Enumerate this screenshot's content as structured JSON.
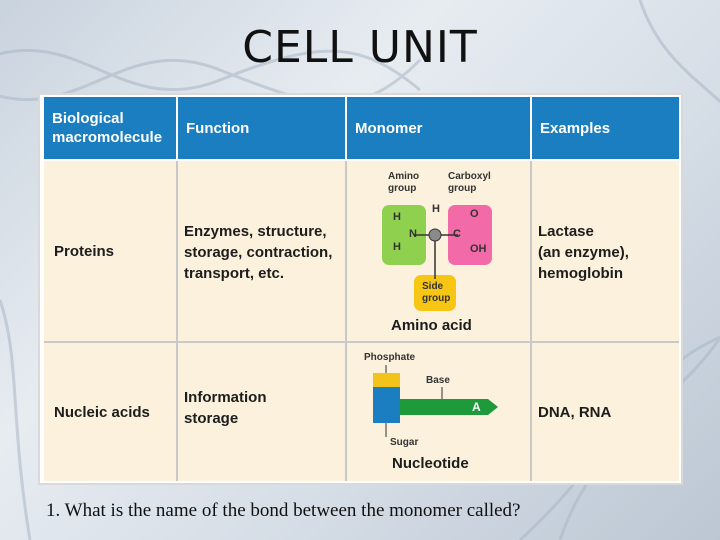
{
  "title": "CELL UNIT",
  "table": {
    "headers": [
      "Biological macromolecule",
      "Function",
      "Monomer",
      "Examples"
    ],
    "header_lines": [
      [
        "Biological",
        "macromolecule"
      ],
      [
        "Function"
      ],
      [
        "Monomer"
      ],
      [
        "Examples"
      ]
    ],
    "rows": [
      {
        "macromolecule": "Proteins",
        "function_lines": [
          "Enzymes, structure,",
          "storage, contraction,",
          "transport, etc."
        ],
        "monomer_caption": "Amino acid",
        "examples_lines": [
          "Lactase",
          "(an enzyme),",
          "hemoglobin"
        ]
      },
      {
        "macromolecule": "Nucleic acids",
        "function_lines": [
          "Information",
          "storage"
        ],
        "monomer_caption": "Nucleotide",
        "examples_lines": [
          "DNA, RNA"
        ]
      }
    ]
  },
  "amino_acid": {
    "amino_group_lines": [
      "Amino",
      "group"
    ],
    "carboxyl_group_lines": [
      "Carboxyl",
      "group"
    ],
    "side_group_lines": [
      "Side",
      "group"
    ],
    "atoms": {
      "H": "H",
      "N": "N",
      "C": "C",
      "O": "O",
      "OH": "OH"
    },
    "colors": {
      "amino": "#8fd14f",
      "carboxyl": "#f26aa8",
      "side": "#f7c514",
      "carbon": "#8a8a8a"
    }
  },
  "nucleotide": {
    "phosphate": "Phosphate",
    "base": "Base",
    "sugar": "Sugar",
    "base_letter": "A",
    "colors": {
      "phosphate": "#f2c318",
      "sugar": "#1a7ec0",
      "base": "#1f9a3a"
    }
  },
  "question": "1.  What is the name of the bond between the monomer called?"
}
